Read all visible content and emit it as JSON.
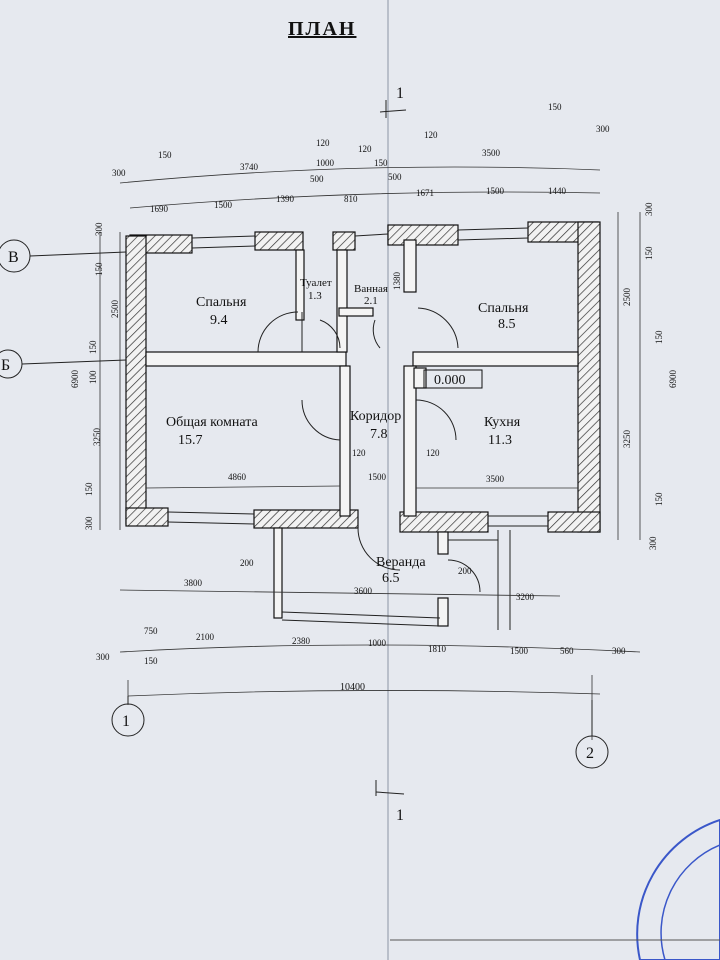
{
  "title": "ПЛАН",
  "rooms": [
    {
      "name": "Спальня",
      "area": "9.4"
    },
    {
      "name": "Туалет",
      "area": "1.3"
    },
    {
      "name": "Ванная",
      "area": "2.1"
    },
    {
      "name": "Спальня",
      "area": "8.5"
    },
    {
      "name": "Общая комната",
      "area": "15.7"
    },
    {
      "name": "Коридор",
      "area": "7.8"
    },
    {
      "name": "Кухня",
      "area": "11.3"
    },
    {
      "name": "Веранда",
      "area": "6.5"
    }
  ],
  "level_mark": "0.000",
  "axes": {
    "row_b_top": "В",
    "row_b": "Б",
    "col_1": "1",
    "col_2": "2",
    "section": "1"
  },
  "dims": {
    "top_row1": [
      "300",
      "150",
      "3740",
      "120",
      "1000",
      "120",
      "150",
      "120",
      "3500",
      "150",
      "300"
    ],
    "top_row2": [
      "1690",
      "1500",
      "1390",
      "500",
      "810",
      "500",
      "1671",
      "1500",
      "1440"
    ],
    "left": [
      "300",
      "150",
      "2500",
      "150",
      "100",
      "6900",
      "3250",
      "150",
      "300"
    ],
    "right": [
      "300",
      "150",
      "2500",
      "150",
      "6900",
      "3250",
      "150",
      "300"
    ],
    "interior": [
      "1380",
      "120",
      "120",
      "4860",
      "1500",
      "3500",
      "200",
      "200",
      "3800",
      "3600",
      "3200"
    ],
    "bottom_row1": [
      "750",
      "2100",
      "2380",
      "1000",
      "1810",
      "1500",
      "560",
      "300"
    ],
    "bottom_row2": [
      "300",
      "150"
    ],
    "total": "10400"
  }
}
